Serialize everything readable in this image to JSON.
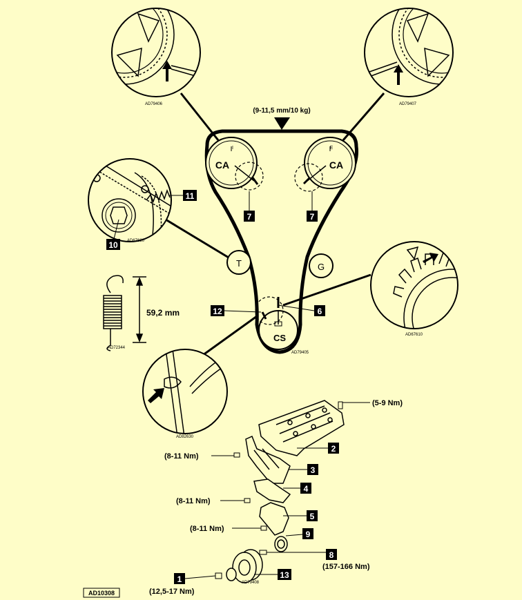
{
  "colors": {
    "background": "#fefdc8",
    "ink": "#000000",
    "badge_fill": "#000000",
    "badge_text": "#ffffff"
  },
  "belt": {
    "tension_label": "(9-11,5 mm/10 kg)"
  },
  "pulleys": {
    "cam_left": {
      "label": "CA",
      "mark": "I"
    },
    "cam_right": {
      "label": "CA",
      "mark": "E"
    },
    "tensioner": {
      "label": "T"
    },
    "guide": {
      "label": "G"
    },
    "crank": {
      "label": "CS"
    }
  },
  "spring": {
    "length_label": "59,2 mm"
  },
  "detail_codes": {
    "top_left": "AD79406",
    "top_right": "AD79407",
    "tensioner": "AD67620",
    "crank_gear": "AD67610",
    "belt_diagram": "AD79405",
    "spring": "AD72344",
    "crank_mark": "AD82630",
    "pulley": "AD79408"
  },
  "callouts": {
    "n1": "1",
    "n2": "2",
    "n3": "3",
    "n4": "4",
    "n5": "5",
    "n6": "6",
    "n7a": "7",
    "n7b": "7",
    "n8": "8",
    "n9": "9",
    "n10": "10",
    "n11": "11",
    "n12": "12",
    "n13": "13"
  },
  "torques": {
    "cover_bolt": "(5-9 Nm)",
    "cover3_bolt": "(8-11 Nm)",
    "cover4_bolt": "(8-11 Nm)",
    "cover5_bolt": "(8-11 Nm)",
    "pulley_bolt": "(157-166 Nm)",
    "crank_bolt": "(12,5-17 Nm)"
  },
  "figure_id": "AD10308"
}
